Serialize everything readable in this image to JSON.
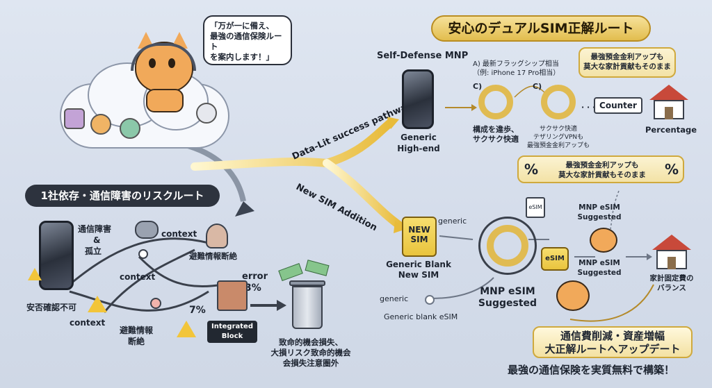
{
  "mascot_bubble": {
    "line1": "「万が一に備え、",
    "line2": "最強の通信保険ルート",
    "line3": "を案内します！」"
  },
  "top_title": "安心のデュアルSIM正解ルート",
  "risk_title": "1社依存・通信障害のリスクルート",
  "paths": {
    "upper": "Data-Lit success pathway",
    "lower": "New SIM Addition"
  },
  "upper_route": {
    "mnp_title": "Self-Defense MNP",
    "phone_label1": "Generic",
    "phone_label2": "High-end",
    "model_note1": "A) 最新フラッグシップ相当",
    "model_note2": "（例: iPhone 17 Pro相当）",
    "ring1_tag": "C)",
    "ring1_caption1": "構成を違歩、",
    "ring1_caption2": "サクサク快適",
    "ring2_tag": "C)",
    "ring2_caption1": "サクサク快適",
    "ring2_caption2": "テザリングVPNも",
    "ring2_caption3": "最強預金金利アップも",
    "dots": "· · ·",
    "counter_label": "Counter",
    "house_label": "Percentage",
    "top_note1": "最強預金金利アップも",
    "top_note2": "莫大な家計貢献もそのまま",
    "bottom_note1": "最強預金金利アップも",
    "bottom_note2": "莫大な家計貢献もそのまま",
    "percent_symbol": "%"
  },
  "lower_route": {
    "sim_label1": "NEW",
    "sim_label2": "SIM",
    "generic_top": "generic",
    "sim_caption1": "Generic Blank",
    "sim_caption2": "New SIM",
    "generic_bottom": "generic",
    "generic_esim": "Generic blank eSIM",
    "mini_esim": "eSIM",
    "big_esim": "eSIM",
    "main_caption1": "MNP eSIM",
    "main_caption2": "Suggested",
    "right_top1": "MNP eSIM",
    "right_top2": "Suggested",
    "right_mid1": "MNP eSIM",
    "right_mid2": "Suggested",
    "house_caption1": "家計固定費の",
    "house_caption2": "バランス",
    "final_line1": "通信費削減・資産増幅",
    "final_line2": "大正解ルートへアップデート",
    "bottom_banner": "最強の通信保険を実質無料で構築！"
  },
  "risk_route": {
    "outage1": "通信障害",
    "outage2": "&",
    "outage3": "孤立",
    "context_a": "context",
    "context_b": "context",
    "context_c": "context",
    "evac_cut": "避難情報断絶",
    "error_label": "error",
    "error_pct": "3%",
    "pct7": "7%",
    "safety_unknown": "安否確認不可",
    "evac_info1": "避難情報",
    "evac_info2": "断絶",
    "integrated1": "Integrated",
    "integrated2": "Block",
    "loss1": "致命的機会損失、",
    "loss2": "大損リスク致命的機会",
    "loss3": "会損失注意圏外"
  },
  "colors": {
    "gold": "#e2bd4e",
    "dark": "#2d333e",
    "alert": "#f2c53a",
    "red": "#c8493a"
  }
}
